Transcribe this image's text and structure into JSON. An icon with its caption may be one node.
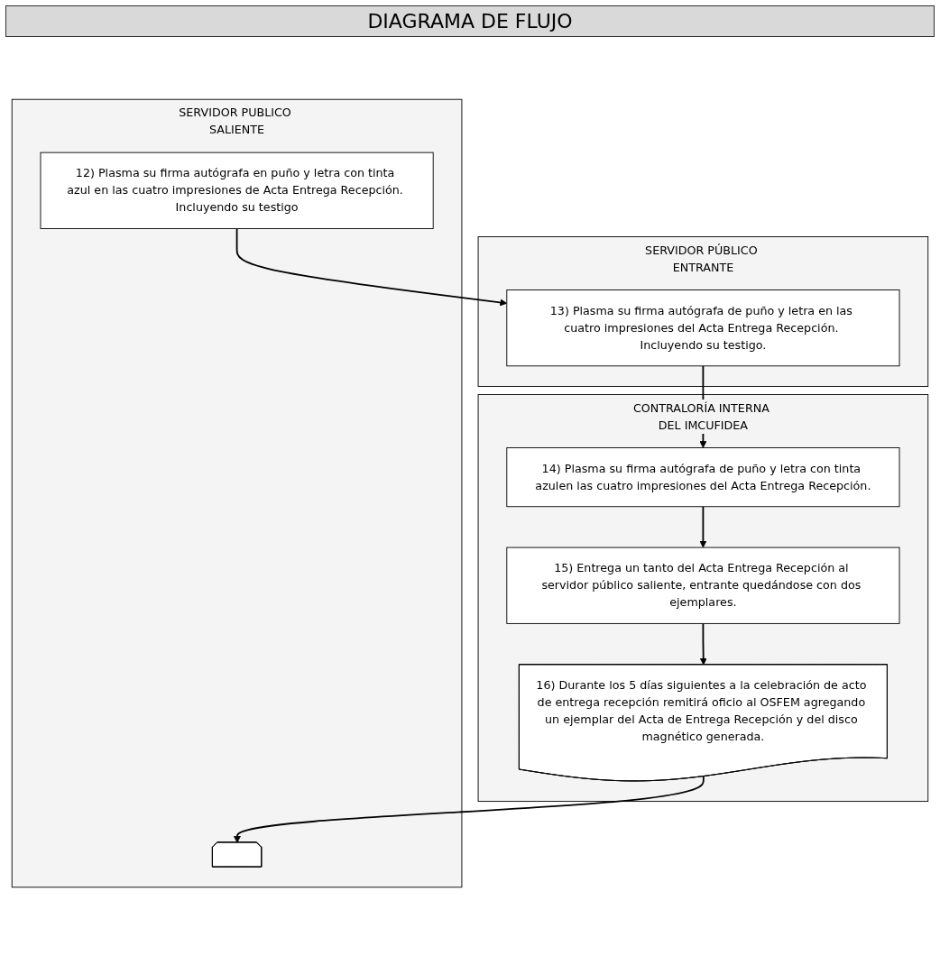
{
  "diagram": {
    "title": "DIAGRAMA DE FLUJO",
    "nodes": [
      {
        "text": [
          "CONTRALORÍA INTERNA DEL IMCUFIDEA"
        ]
      },
      {
        "text": [
          "SERVIDOR PUBLICO SALIENTE"
        ]
      },
      {
        "text": [
          "SERVIDOR PÚBLICO ENTRANTE"
        ]
      },
      {
        "text": [
          "12) Plasma su firma autógrafa en puño y letra con tinta azul en las cuatro impresiones de Acta Entrega Recepción. Incluyendo su testigo"
        ],
        "in": 1
      },
      {
        "text": [
          "13) Plasma su firma autógrafa de puño y letra en las cuatro impresiones del Acta Entrega Recepción. Incluyendo su testigo."
        ],
        "in": 2
      },
      {
        "text": [
          "14) Plasma su firma autógrafa de puño y letra con tinta azulen las cuatro impresiones del Acta Entrega Recepción."
        ],
        "in": 0
      },
      {
        "text": [
          "15) Entrega un tanto del Acta Entrega Recepción al servidor público saliente, entrante quedándose con dos ejemplares."
        ],
        "in": 0
      },
      {
        "text": [
          "16) Durante los 5 días siguientes a la celebración de acto de entrega recepción remitirá oficio al OSFEM agregando un ejemplar del Acta de Entrega Recepción y del disco magnético generada."
        ],
        "in": 0
      },
      {
        "text": [],
        "shape": "pentagon",
        "in": 1
      }
    ],
    "edges": [
      {
        "from": 3,
        "to": 4,
        "arrow": "to"
      },
      {
        "from": 4,
        "to": 5,
        "arrow": "to"
      },
      {
        "from": 5,
        "to": 6,
        "arrow": "to"
      },
      {
        "from": 6,
        "to": 7,
        "arrow": "to"
      },
      {
        "from": 7,
        "to": 8,
        "arrow": "to"
      }
    ]
  }
}
